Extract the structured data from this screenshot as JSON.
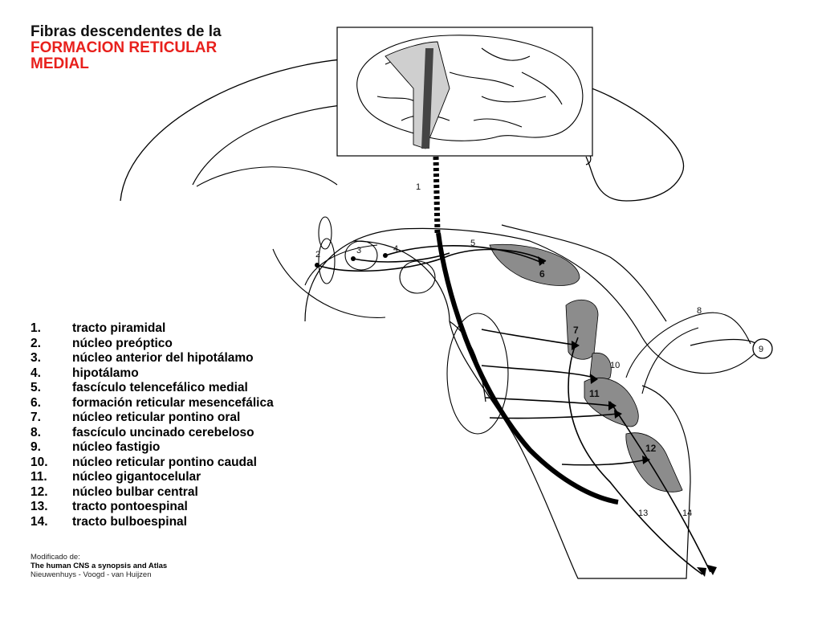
{
  "title": {
    "line1": "Fibras descendentes de la",
    "line2": "FORMACION RETICULAR",
    "line3": "MEDIAL",
    "accent_color": "#e8201c"
  },
  "legend": [
    {
      "num": "1.",
      "text": "tracto piramidal"
    },
    {
      "num": "2.",
      "text": "núcleo preóptico"
    },
    {
      "num": "3.",
      "text": "núcleo anterior del hipotálamo"
    },
    {
      "num": "4.",
      "text": "hipotálamo"
    },
    {
      "num": "5.",
      "text": "fascículo telencefálico medial"
    },
    {
      "num": "6.",
      "text": "formación reticular mesencefálica"
    },
    {
      "num": "7.",
      "text": "núcleo reticular pontino oral"
    },
    {
      "num": "8.",
      "text": "fascículo uncinado cerebeloso"
    },
    {
      "num": "9.",
      "text": "núcleo fastigio"
    },
    {
      "num": "10.",
      "text": "núcleo reticular pontino caudal"
    },
    {
      "num": "11.",
      "text": "núcleo gigantocelular"
    },
    {
      "num": "12.",
      "text": "núcleo bulbar central"
    },
    {
      "num": "13.",
      "text": "tracto pontoespinal"
    },
    {
      "num": "14.",
      "text": "tracto bulboespinal"
    }
  ],
  "diagram_labels": {
    "l1": "1",
    "l2": "2",
    "l3": "3",
    "l4": "4",
    "l5": "5",
    "l6": "6",
    "l7": "7",
    "l8": "8",
    "l9": "9",
    "l10": "10",
    "l11": "11",
    "l12": "12",
    "l13": "13",
    "l14": "14"
  },
  "credit": {
    "line1": "Modificado de:",
    "line2": "The human CNS a synopsis and Atlas",
    "line3": "Nieuwenhuys - Voogd - van Huijzen"
  },
  "colors": {
    "nucleus_fill": "#8c8c8c",
    "line": "#000000"
  }
}
